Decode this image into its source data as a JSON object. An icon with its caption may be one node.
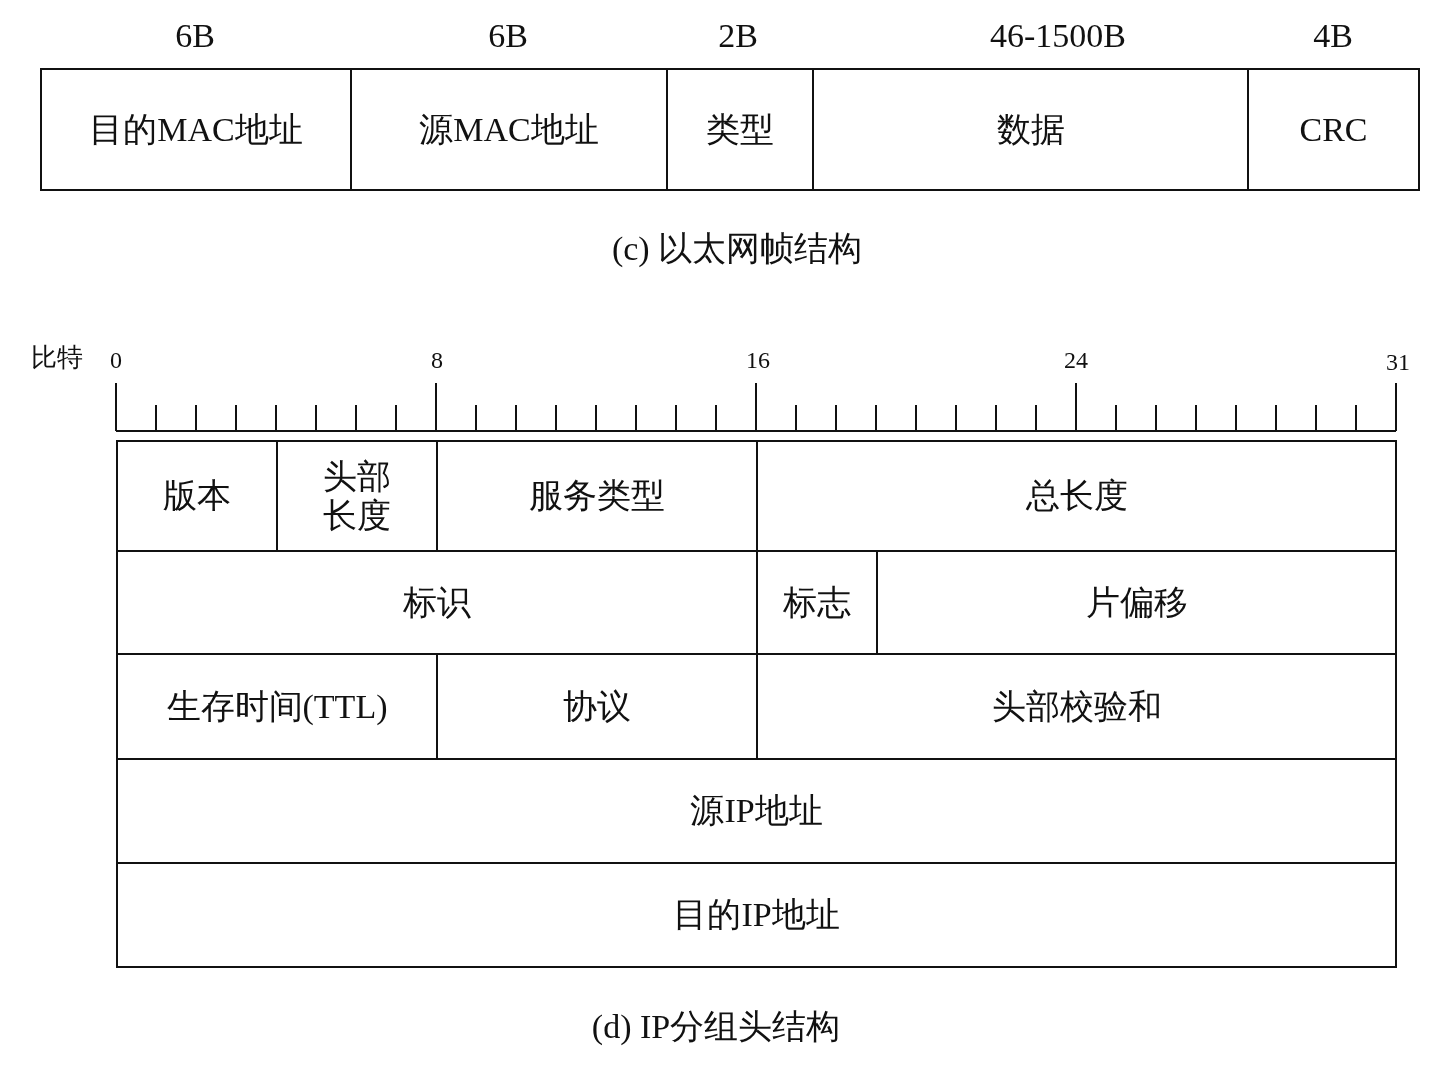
{
  "diagram": {
    "nodes": [
      {
        "text": [
          "目的MAC地址"
        ]
      },
      {
        "text": [
          "源MAC地址"
        ]
      },
      {
        "text": [
          "类型"
        ]
      },
      {
        "text": [
          "数据"
        ]
      },
      {
        "text": [
          "CRC"
        ]
      },
      {
        "text": [
          "版本"
        ]
      },
      {
        "text": [
          "头部长度"
        ]
      },
      {
        "text": [
          "服务类型"
        ]
      },
      {
        "text": [
          "总长度"
        ]
      },
      {
        "text": [
          "标识"
        ]
      },
      {
        "text": [
          "标志"
        ]
      },
      {
        "text": [
          "片偏移"
        ]
      },
      {
        "text": [
          "生存时间(TTL)"
        ]
      },
      {
        "text": [
          "协议"
        ]
      },
      {
        "text": [
          "头部校验和"
        ]
      },
      {
        "text": [
          "源IP地址"
        ]
      },
      {
        "text": [
          "目的IP地址"
        ]
      }
    ],
    "labels": [
      "6B",
      "6B",
      "2B",
      "46-1500B",
      "4B",
      "(c) 以太网帧结构",
      "比特",
      "0",
      "8",
      "16",
      "24",
      "31",
      "(d) IP分组头结构"
    ]
  }
}
